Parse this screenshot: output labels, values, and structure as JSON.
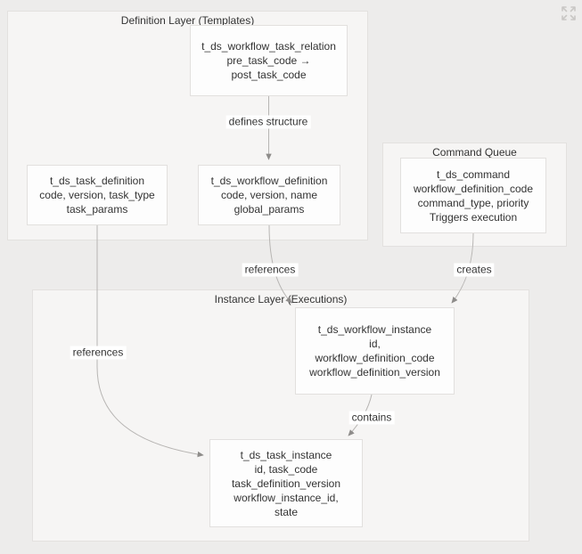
{
  "containers": {
    "definition_layer": {
      "label": "Definition Layer",
      "sublabel": "(Templates)"
    },
    "command_queue": {
      "label": "Command Queue"
    },
    "instance_layer": {
      "label": "Instance Layer (Executions)"
    }
  },
  "nodes": {
    "workflow_task_relation": {
      "title": "t_ds_workflow_task_relation",
      "lines": [
        "pre_task_code →",
        "post_task_code"
      ]
    },
    "task_definition": {
      "title": "t_ds_task_definition",
      "lines": [
        "code, version, task_type",
        "task_params"
      ]
    },
    "workflow_definition": {
      "title": "t_ds_workflow_definition",
      "lines": [
        "code, version, name",
        "global_params"
      ]
    },
    "command": {
      "title": "t_ds_command",
      "lines": [
        "workflow_definition_code",
        "command_type, priority",
        "Triggers execution"
      ]
    },
    "workflow_instance": {
      "title": "t_ds_workflow_instance",
      "lines": [
        "id,",
        "workflow_definition_code",
        "workflow_definition_version"
      ]
    },
    "task_instance": {
      "title": "t_ds_task_instance",
      "lines": [
        "id, task_code",
        "task_definition_version",
        "workflow_instance_id,",
        "state"
      ]
    }
  },
  "edges": {
    "defines_structure": "defines structure",
    "references_definition": "references",
    "creates": "creates",
    "contains": "contains",
    "references_task": "references"
  },
  "colors": {
    "page_background": "#edeceb",
    "container_fill": "#f6f5f4",
    "container_border": "#e3e1df",
    "node_fill": "#fdfdfd",
    "node_border": "#e2e0de",
    "text": "#333333",
    "edge_line": "#b7b5b3",
    "arrowhead": "#8e8c8a",
    "expand_icon": "#c9c7c5"
  }
}
